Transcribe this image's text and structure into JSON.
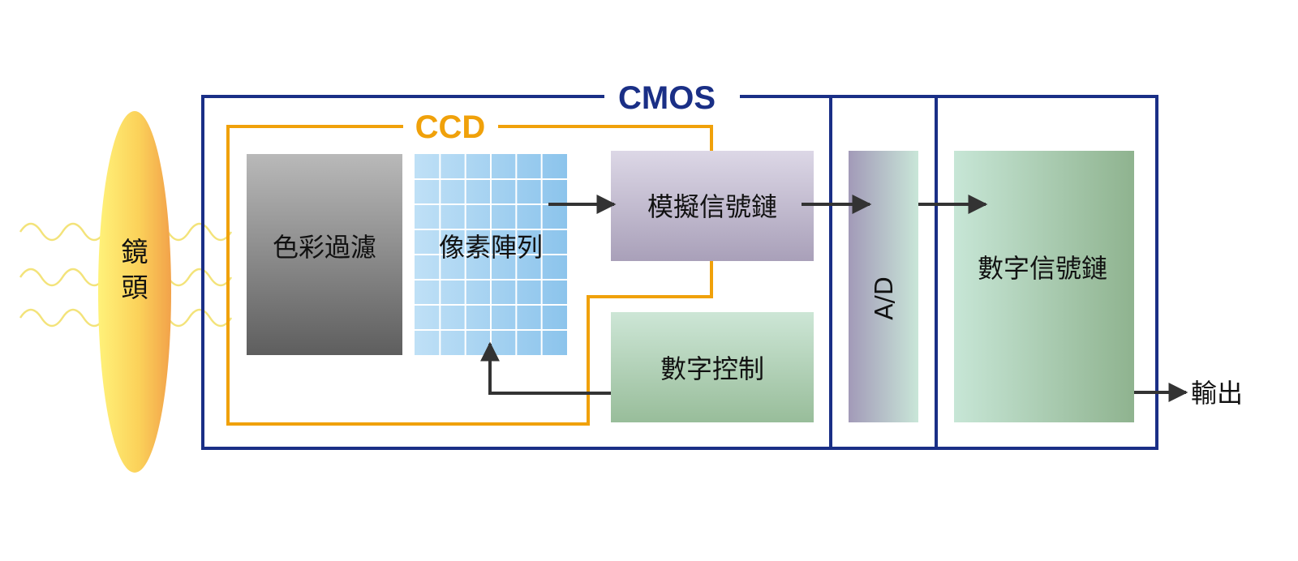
{
  "colors": {
    "cmos": "#1a2f86",
    "ccd": "#f0a10a",
    "arrow": "#333333",
    "wave": "#f3e37a"
  },
  "lens": {
    "label_line1": "鏡",
    "label_line2": "頭"
  },
  "cmos": {
    "title": "CMOS"
  },
  "ccd": {
    "title": "CCD"
  },
  "blocks": {
    "color_filter": "色彩過濾",
    "pixel_array": "像素陣列",
    "analog_chain": "模擬信號鏈",
    "digital_control": "數字控制",
    "ad": "A/D",
    "digital_chain": "數字信號鏈"
  },
  "output": {
    "label": "輸出"
  }
}
